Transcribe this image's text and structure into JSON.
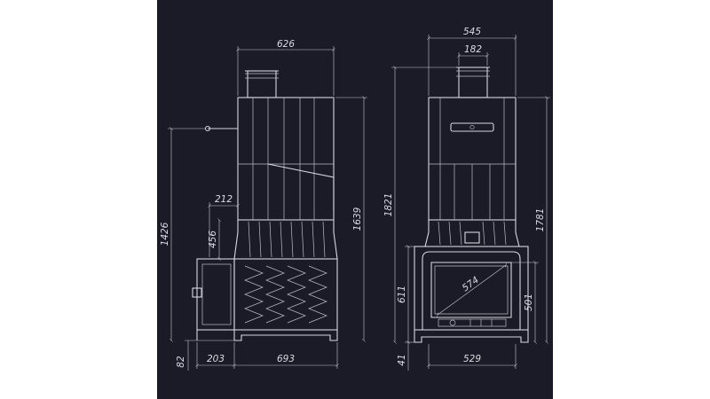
{
  "side_view": {
    "dimensions": {
      "top_width": "626",
      "total_height": "1639",
      "pipe_height": "1426",
      "door_offset": "212",
      "door_height": "456",
      "base_height": "82",
      "front_depth": "203",
      "body_depth": "693"
    }
  },
  "front_view": {
    "dimensions": {
      "top_width": "545",
      "chimney_diameter": "182",
      "total_height": "1821",
      "height_to_shoulder": "1781",
      "door_height": "611",
      "glass_height": "501",
      "glass_diagonal": "574",
      "base_height": "41",
      "body_width": "529"
    }
  },
  "colors": {
    "background": "#1a1b26",
    "linework": "#d4d7e0"
  }
}
